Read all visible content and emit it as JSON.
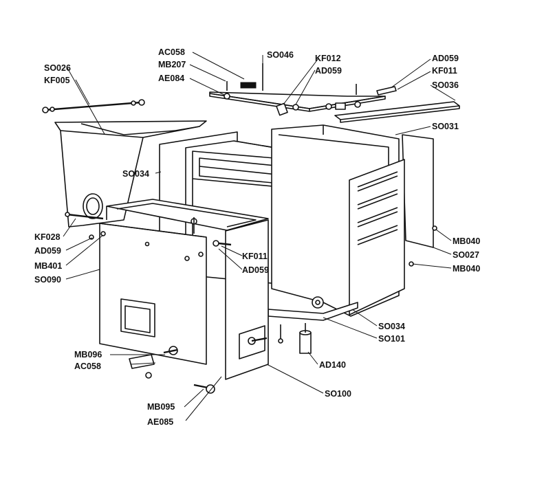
{
  "labels": [
    {
      "id": "so026",
      "text": "SO026"
    },
    {
      "id": "kf005",
      "text": "KF005"
    },
    {
      "id": "ac058-top",
      "text": "AC058"
    },
    {
      "id": "mb207",
      "text": "MB207"
    },
    {
      "id": "ae084",
      "text": "AE084"
    },
    {
      "id": "so046",
      "text": "SO046"
    },
    {
      "id": "kf012",
      "text": "KF012"
    },
    {
      "id": "ad059-top",
      "text": "AD059"
    },
    {
      "id": "ad059-right",
      "text": "AD059"
    },
    {
      "id": "kf011-top",
      "text": "KF011"
    },
    {
      "id": "so036",
      "text": "SO036"
    },
    {
      "id": "so031",
      "text": "SO031"
    },
    {
      "id": "so034-left",
      "text": "SO034"
    },
    {
      "id": "kf028",
      "text": "KF028"
    },
    {
      "id": "ad059-left",
      "text": "AD059"
    },
    {
      "id": "mb401",
      "text": "MB401"
    },
    {
      "id": "so090",
      "text": "SO090"
    },
    {
      "id": "kf011-mid",
      "text": "KF011"
    },
    {
      "id": "ad059-mid",
      "text": "AD059"
    },
    {
      "id": "mb040-a",
      "text": "MB040"
    },
    {
      "id": "so027",
      "text": "SO027"
    },
    {
      "id": "mb040-b",
      "text": "MB040"
    },
    {
      "id": "so034-right",
      "text": "SO034"
    },
    {
      "id": "so101",
      "text": "SO101"
    },
    {
      "id": "mb096",
      "text": "MB096"
    },
    {
      "id": "ac058-bottom",
      "text": "AC058"
    },
    {
      "id": "ad140",
      "text": "AD140"
    },
    {
      "id": "so100",
      "text": "SO100"
    },
    {
      "id": "mb095",
      "text": "MB095"
    },
    {
      "id": "ae085",
      "text": "AE085"
    }
  ]
}
